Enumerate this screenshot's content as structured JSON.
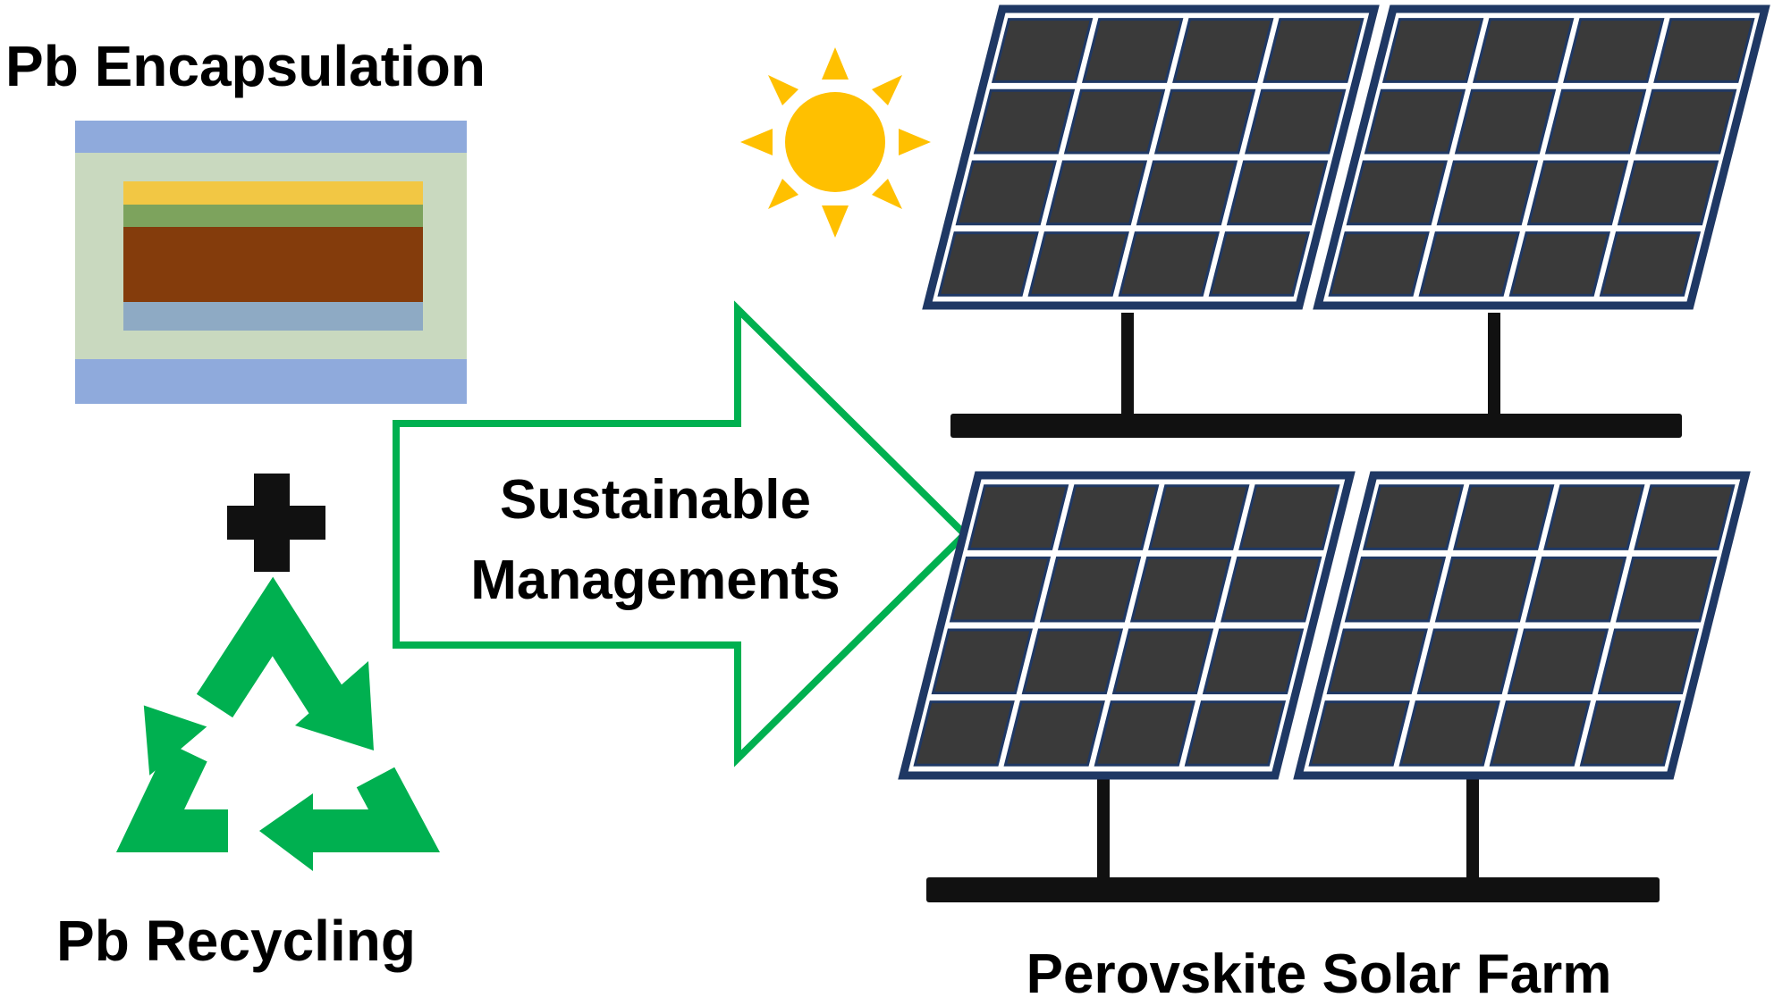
{
  "labels": {
    "encapsulation": "Pb Encapsulation",
    "recycling": "Pb Recycling",
    "arrow_line1": "Sustainable",
    "arrow_line2": "Managements",
    "farm": "Perovskite Solar Farm"
  },
  "colors": {
    "glass": "#8faadc",
    "encapsulant": "#c9d9bf",
    "layer_gold": "#f2c744",
    "layer_green": "#7da35d",
    "layer_perovskite": "#843c0c",
    "layer_blue": "#8eaac4",
    "recycle_green": "#00b050",
    "arrow_green": "#00b050",
    "sun": "#ffc000",
    "panel_frame": "#1f3864",
    "panel_cell": "#3a3a3a",
    "stand": "#111111"
  },
  "icons": {
    "sun": "sun-icon",
    "plus": "plus-icon",
    "recycle": "recycle-icon",
    "arrow": "arrow-right-icon",
    "panel": "solar-panel-icon"
  }
}
